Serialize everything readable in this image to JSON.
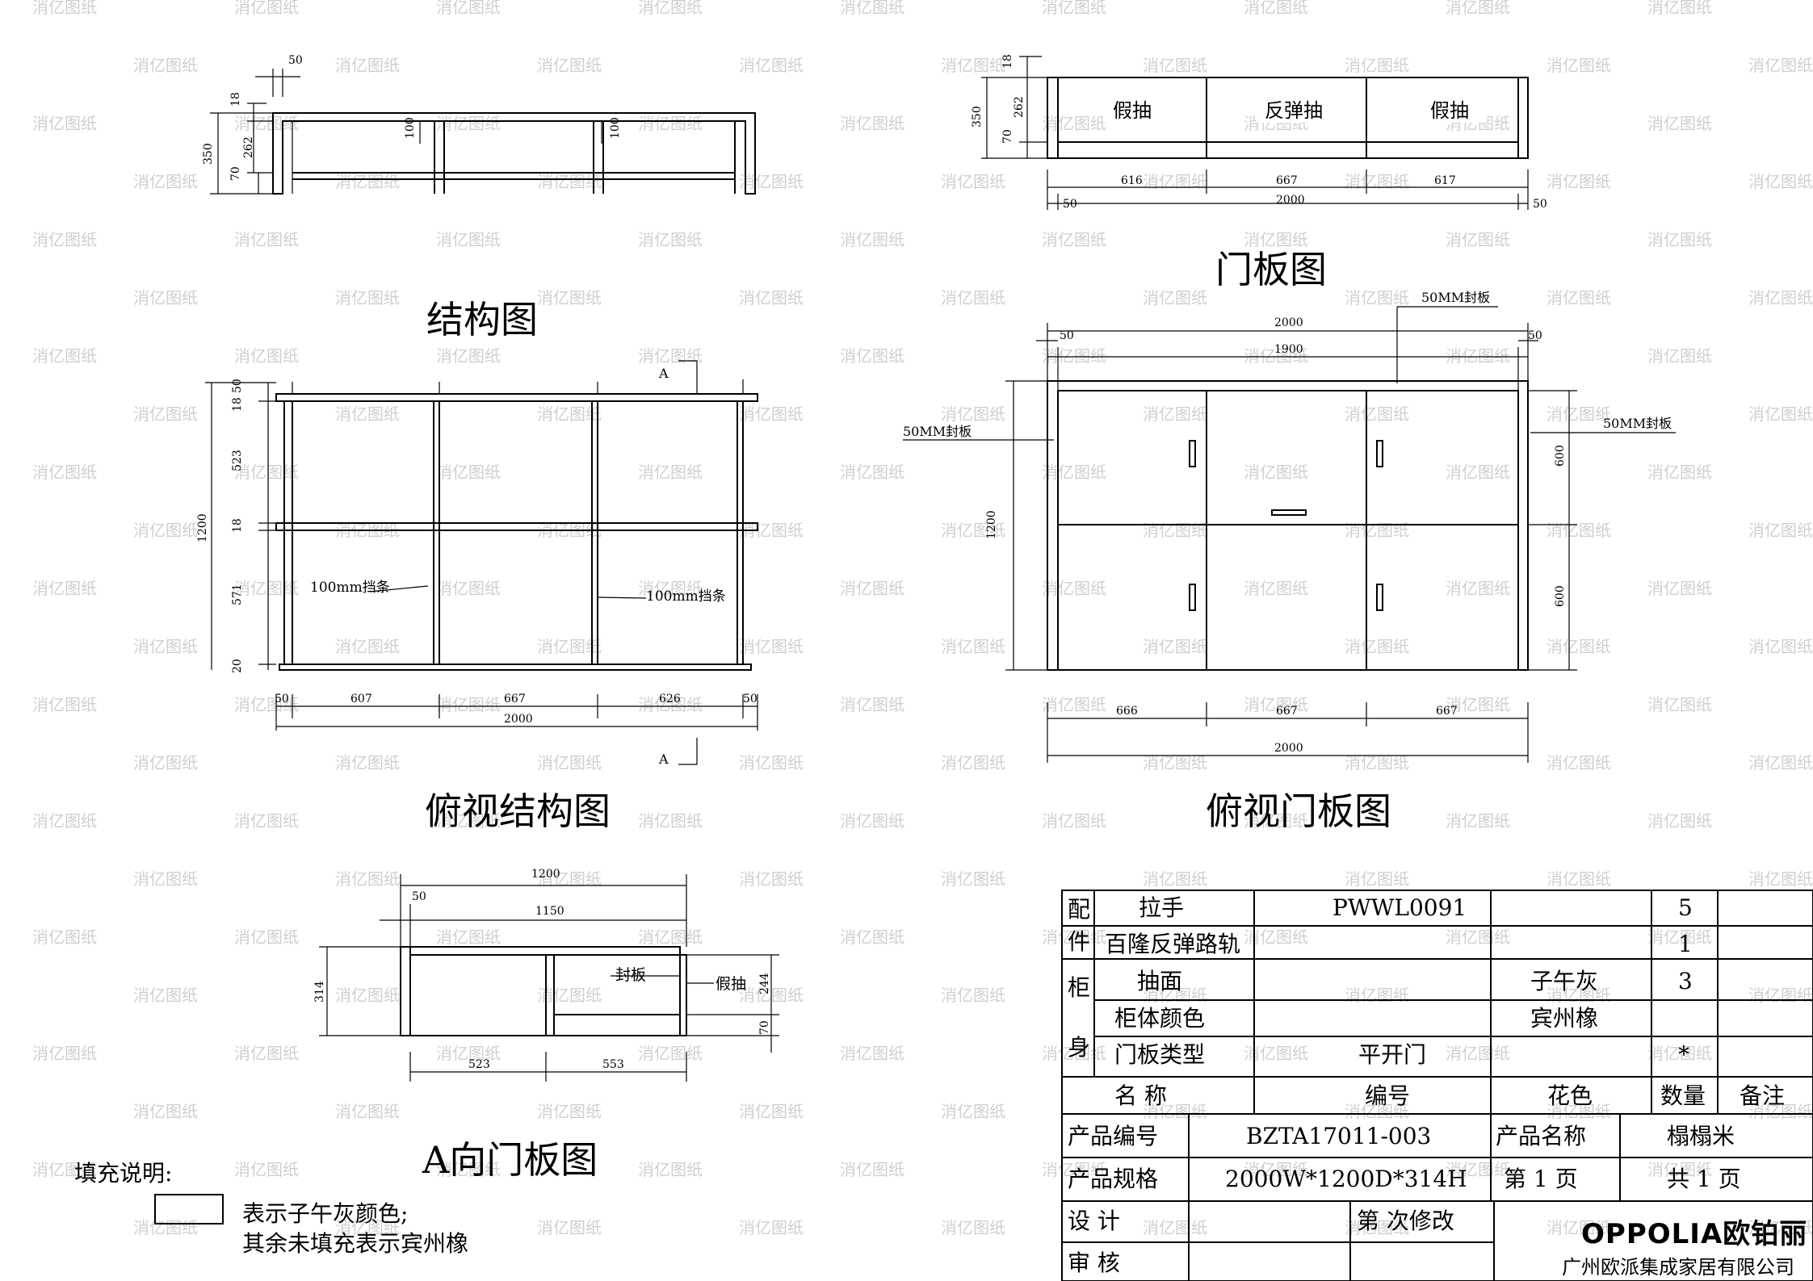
{
  "watermark": "消亿图纸",
  "views": {
    "structure": {
      "title": "结构图",
      "dims": {
        "d50": "50",
        "d18": "18",
        "d262": "262",
        "d350": "350",
        "d70": "70",
        "d100a": "100",
        "d100b": "100"
      }
    },
    "door": {
      "title": "门板图",
      "labels": {
        "left": "假抽",
        "middle": "反弹抽",
        "right": "假抽"
      },
      "dims": {
        "d18": "18",
        "d262": "262",
        "d350": "350",
        "d70": "70",
        "w616": "616",
        "w667": "667",
        "w617": "617",
        "w2000": "2000",
        "l50": "50",
        "r50": "50"
      }
    },
    "top_structure": {
      "title": "俯视结构图",
      "section_mark": "A",
      "notes": {
        "left": "100mm挡条",
        "right": "100mm挡条"
      },
      "dims": {
        "v50": "50",
        "v18a": "18",
        "v523": "523",
        "v18b": "18",
        "v571": "571",
        "v20": "20",
        "v1200": "1200",
        "h50a": "50",
        "h607": "607",
        "h667": "667",
        "h626": "626",
        "h50b": "50",
        "h2000": "2000"
      }
    },
    "top_door": {
      "title": "俯视门板图",
      "edge_band": "50MM封板",
      "dims": {
        "w2000": "2000",
        "l50": "50",
        "w1900": "1900",
        "r50": "50",
        "v1200": "1200",
        "v600a": "600",
        "v600b": "600",
        "b666": "666",
        "b667a": "667",
        "b667b": "667",
        "b2000": "2000"
      }
    },
    "a_door": {
      "title": "A向门板图",
      "seal_label": "封板",
      "fake_drawer_label": "假抽",
      "dims": {
        "w1200": "1200",
        "d50": "50",
        "w1150": "1150",
        "v314": "314",
        "v244": "244",
        "v70": "70",
        "b523": "523",
        "b553": "553"
      }
    }
  },
  "legend": {
    "heading": "填充说明:",
    "line1": "表示子午灰颜色;",
    "line2": "其余未填充表示宾州橡"
  },
  "title_block": {
    "groups": {
      "peijian": [
        "配",
        "件"
      ],
      "guishen": [
        "柜",
        "身"
      ]
    },
    "rows": [
      {
        "name": "拉手",
        "code": "PWWL0091",
        "color": "",
        "qty": "5",
        "note": ""
      },
      {
        "name": "百隆反弹路轨",
        "code": "",
        "color": "",
        "qty": "1",
        "note": ""
      },
      {
        "name": "抽面",
        "code": "",
        "color": "子午灰",
        "qty": "3",
        "note": ""
      },
      {
        "name": "柜体颜色",
        "code": "",
        "color": "宾州橡",
        "qty": "",
        "note": ""
      },
      {
        "name": "门板类型",
        "code": "平开门",
        "color": "",
        "qty": "*",
        "note": ""
      }
    ],
    "headers": {
      "name": "名  称",
      "code": "编号",
      "color": "花色",
      "qty": "数量",
      "note": "备注"
    },
    "product_no_label": "产品编号",
    "product_no": "BZTA17011-003",
    "product_name_label": "产品名称",
    "product_name": "榻榻米",
    "spec_label": "产品规格",
    "spec": "2000W*1200D*314H",
    "page_label": "第 1 页",
    "total_label": "共 1 页",
    "design_label": "设    计",
    "revision_label": "第  次修改",
    "review_label": "审    核",
    "brand": "OPPOLIA欧铂丽",
    "company": "广州欧派集成家居有限公司"
  }
}
